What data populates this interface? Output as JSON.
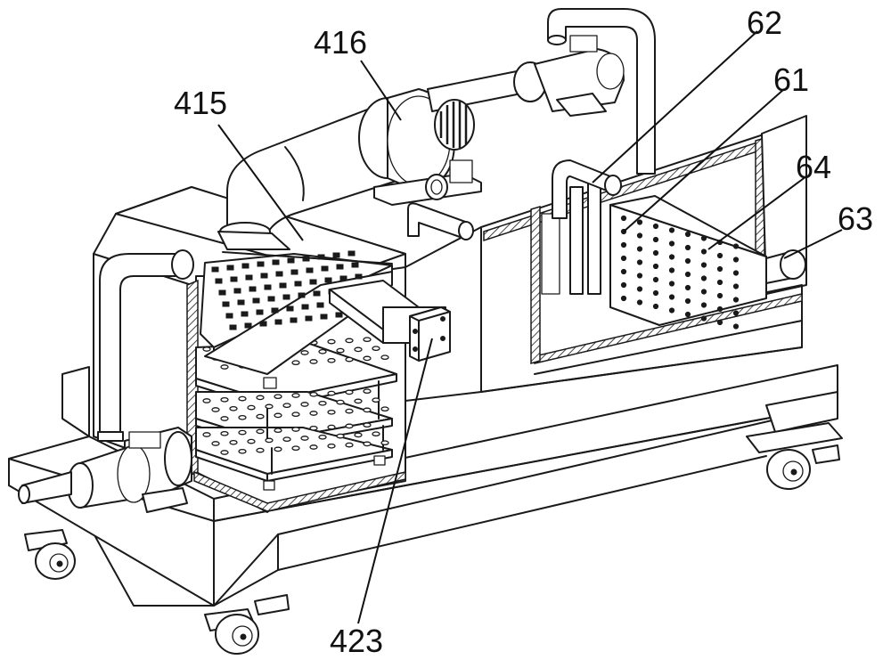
{
  "labels": {
    "l416": "416",
    "l415": "415",
    "l62": "62",
    "l61": "61",
    "l64": "64",
    "l63": "63",
    "l423": "423"
  }
}
